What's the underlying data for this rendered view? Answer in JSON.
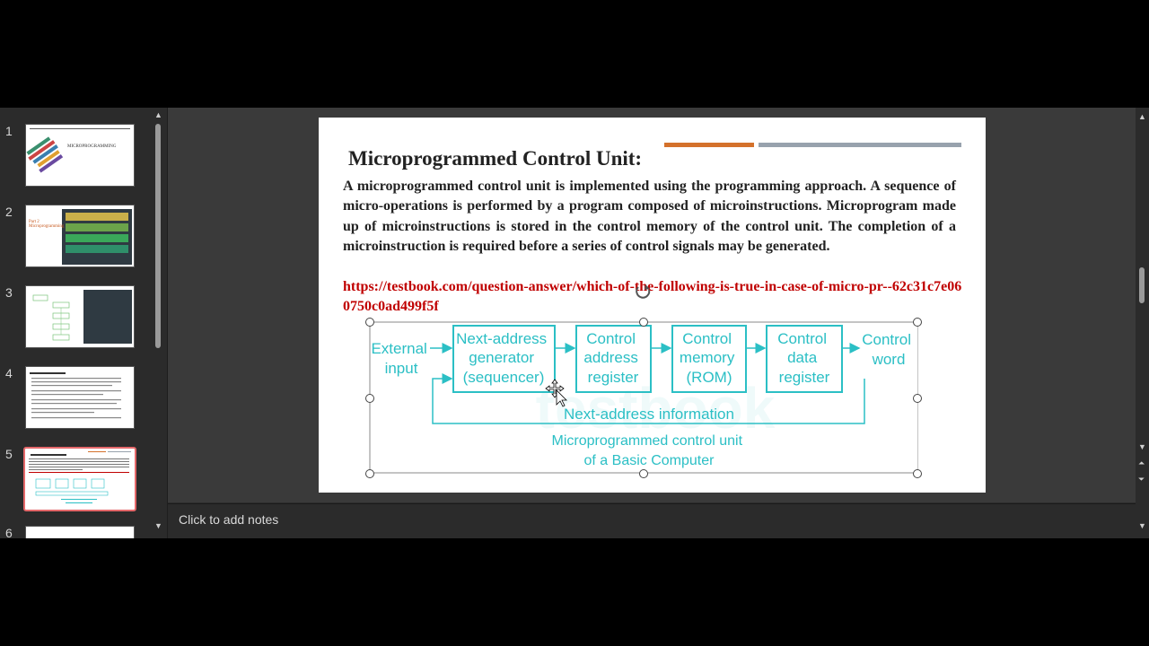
{
  "thumbnails": [
    {
      "number": "1",
      "caption": "MICROPROGRAMMING"
    },
    {
      "number": "2",
      "caption": "Part 2 Microprogramming"
    },
    {
      "number": "3",
      "caption": ""
    },
    {
      "number": "4",
      "caption": ""
    },
    {
      "number": "5",
      "caption": ""
    },
    {
      "number": "6",
      "caption": ""
    }
  ],
  "selected_slide": 5,
  "slide": {
    "title": "Microprogrammed Control Unit:",
    "body": "A microprogrammed control unit is implemented using the programming approach. A sequence of micro-operations is performed by a program composed of microinstructions. Microprogram made up of microinstructions is stored in the control memory of the control unit. The completion of a microinstruction is required before a series of control signals may be generated.",
    "link": "https://testbook.com/question-answer/which-of-the-following-is-true-in-case-of-micro-pr--62c31c7e060750c0ad499f5f",
    "diagram": {
      "external_input": [
        "External",
        "input"
      ],
      "block1": [
        "Next-address",
        "generator",
        "(sequencer)"
      ],
      "block2": [
        "Control",
        "address",
        "register"
      ],
      "block3": [
        "Control",
        "memory",
        "(ROM)"
      ],
      "block4": [
        "Control",
        "data",
        "register"
      ],
      "control_word": [
        "Control",
        "word"
      ],
      "feedback": "Next-address information",
      "caption": [
        "Microprogrammed control unit",
        "of a Basic Computer"
      ]
    }
  },
  "notes_placeholder": "Click to add notes",
  "colors": {
    "diagram_teal": "#2bbfc5",
    "link_red": "#c00000",
    "accent_orange": "#d4712b",
    "selected_border": "#e4686a"
  }
}
